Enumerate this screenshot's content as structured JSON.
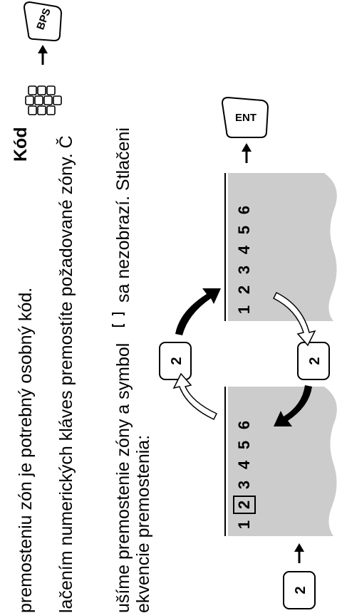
{
  "text": {
    "line1": "premosteniu zón je potrebný osobný kód.",
    "line2": "lačením numerických kláves premostíte požadované zóny. Č",
    "line3_a": "ušíme premostenie zóny a symbol",
    "line3_b": "sa nezobrazí. Stlačeni",
    "line4": "ekvencie premostenia:",
    "code_label": "Kód"
  },
  "keys": {
    "bps": "BPS",
    "ent": "ENT",
    "two": "2"
  },
  "displays": {
    "top": [
      "1",
      "2",
      "3",
      "4",
      "5",
      "6"
    ],
    "bottom": [
      "1",
      "2",
      "3",
      "4",
      "5",
      "6"
    ]
  },
  "colors": {
    "display_fill": "#cccccc",
    "ink": "#000000"
  }
}
